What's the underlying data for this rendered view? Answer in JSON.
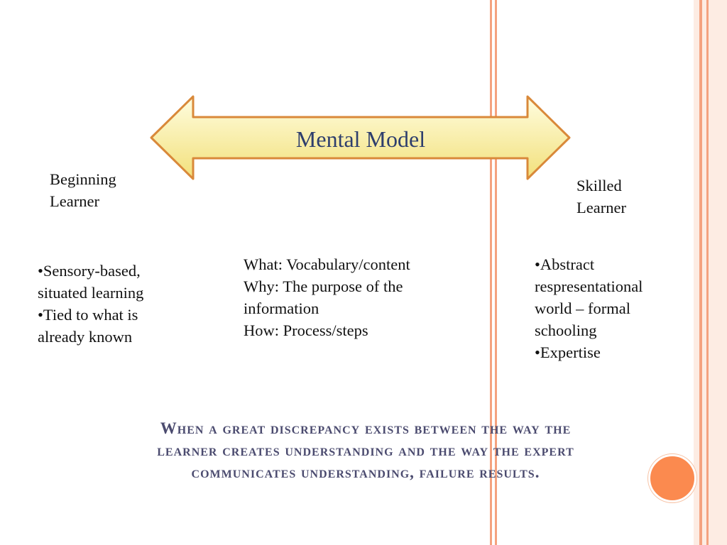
{
  "colors": {
    "stripe": "#f4a27f",
    "panel": "#fdece3",
    "dot": "#fb8a4f",
    "arrow_fill_top": "#fffde0",
    "arrow_fill_bottom": "#f2e07a",
    "arrow_stroke": "#d9893a",
    "title_text": "#2e3e6d",
    "summary_text": "#4b4b6f"
  },
  "diagram": {
    "arrow_label": "Mental Model",
    "left_end_label": [
      "Beginning",
      "Learner"
    ],
    "right_end_label": [
      "Skilled",
      "Learner"
    ]
  },
  "left_list": [
    "•Sensory-based,",
    "situated learning",
    "•Tied to what is",
    "already known"
  ],
  "middle_block": [
    "What:  Vocabulary/content",
    "Why:  The purpose of the",
    "information",
    "How:  Process/steps"
  ],
  "right_list": [
    "•Abstract",
    "respresentational",
    "world – formal",
    "schooling",
    "•Expertise"
  ],
  "summary": [
    "When a great discrepancy exists between the way the",
    "learner creates understanding and the way the expert",
    "communicates understanding, failure results."
  ]
}
